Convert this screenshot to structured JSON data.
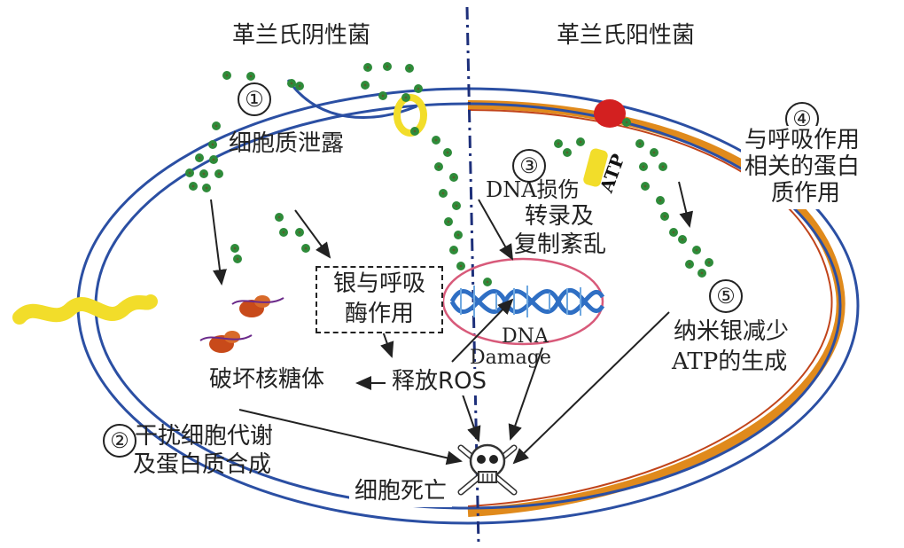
{
  "titles": {
    "gram_negative": "革兰氏阴性菌",
    "gram_positive": "革兰氏阳性菌"
  },
  "markers": [
    "①",
    "②",
    "③",
    "④",
    "⑤"
  ],
  "labels": {
    "cytoplasm_leak": "细胞质泄露",
    "interfere_metabolism_line1": "干扰细胞代谢",
    "interfere_metabolism_line2": "及蛋白质合成",
    "dna_damage_label_line1": "DNA损伤",
    "dna_damage_label_line2": "转录及",
    "dna_damage_label_line3": "复制紊乱",
    "respiratory_proteins_line1": "与呼吸作用",
    "respiratory_proteins_line2": "相关的蛋白",
    "respiratory_proteins_line3": "质作用",
    "atp_reduce_line1": "纳米银减少",
    "atp_reduce_line2": "ATP的生成",
    "silver_enzyme_line1": "银与呼吸",
    "silver_enzyme_line2": "酶作用",
    "release_ros": "释放ROS",
    "destroy_ribosome": "破坏核糖体",
    "cell_death": "细胞死亡",
    "dna_in_ellipse": "DNA",
    "damage_in_ellipse": "Damage",
    "atp_on_protein": "ATP"
  },
  "colors": {
    "membrane_blue": "#2b4fa3",
    "gram_positive_wall": "#e08a1c",
    "nanoparticle": "#2e8b3a",
    "divider": "#1d2f7a",
    "flagellum": "#f2dd2a",
    "protein_red": "#d32020",
    "dna_blue": "#2f6fc4",
    "dna_ellipse": "#d85a7a"
  }
}
